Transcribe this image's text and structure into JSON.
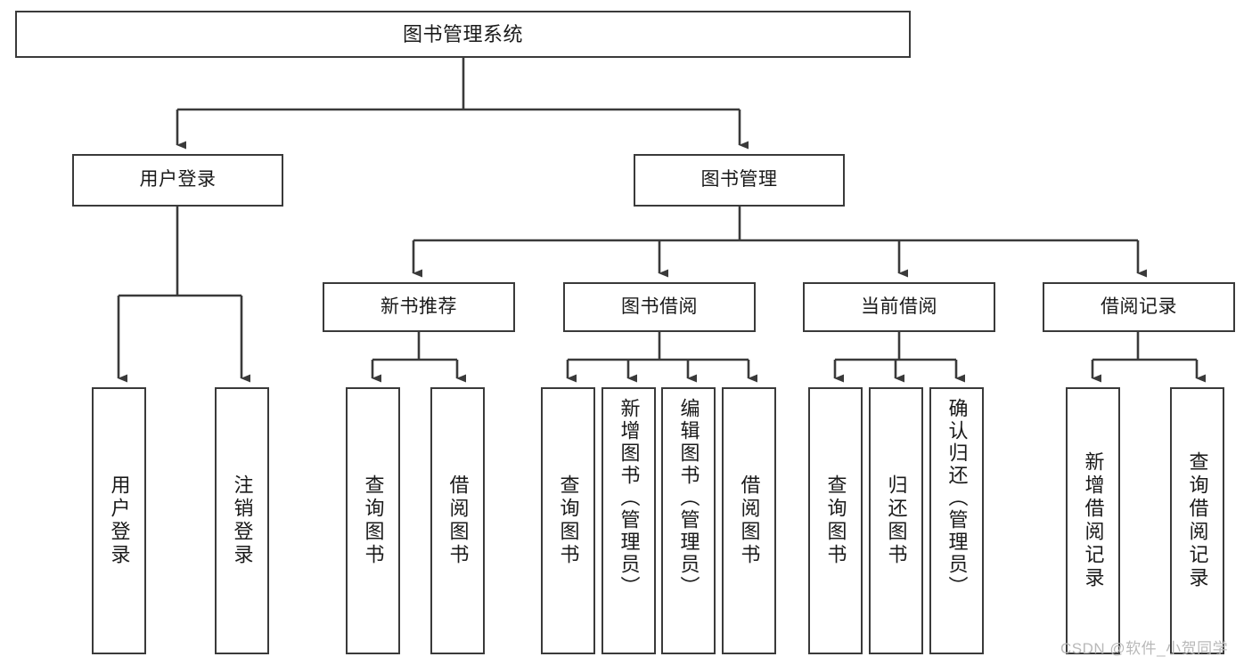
{
  "diagram": {
    "title": "图书管理系统",
    "type": "hierarchy-tree",
    "levels": 4,
    "root": {
      "id": "root",
      "label": "图书管理系统"
    },
    "level2": [
      {
        "id": "user-login",
        "label": "用户登录"
      },
      {
        "id": "book-manage",
        "label": "图书管理"
      }
    ],
    "level3": [
      {
        "id": "new-book-recommend",
        "label": "新书推荐"
      },
      {
        "id": "book-borrow",
        "label": "图书借阅"
      },
      {
        "id": "current-borrow",
        "label": "当前借阅"
      },
      {
        "id": "borrow-record",
        "label": "借阅记录"
      }
    ],
    "leaves": {
      "user_login": [
        {
          "id": "leaf-user-login",
          "label": "用户登录"
        },
        {
          "id": "leaf-logout-login",
          "label": "注销登录"
        }
      ],
      "new_book_recommend": [
        {
          "id": "leaf-query-book-1",
          "label": "查询图书"
        },
        {
          "id": "leaf-borrow-book-1",
          "label": "借阅图书"
        }
      ],
      "book_borrow": [
        {
          "id": "leaf-query-book-2",
          "label": "查询图书"
        },
        {
          "id": "leaf-add-book",
          "label": "新增图书（管理员）"
        },
        {
          "id": "leaf-edit-book",
          "label": "编辑图书（管理员）"
        },
        {
          "id": "leaf-borrow-book-2",
          "label": "借阅图书"
        }
      ],
      "current_borrow": [
        {
          "id": "leaf-query-book-3",
          "label": "查询图书"
        },
        {
          "id": "leaf-return-book",
          "label": "归还图书"
        },
        {
          "id": "leaf-confirm-return",
          "label": "确认归还（管理员）"
        }
      ],
      "borrow_record": [
        {
          "id": "leaf-add-record",
          "label": "新增借阅记录"
        },
        {
          "id": "leaf-query-record",
          "label": "查询借阅记录"
        }
      ]
    }
  },
  "watermark": {
    "text": "CSDN @软件_小贺同学"
  },
  "colors": {
    "stroke": "#3a3a3a",
    "background": "#ffffff",
    "text": "#1a1a1a",
    "watermark": "#b9b9b9"
  }
}
